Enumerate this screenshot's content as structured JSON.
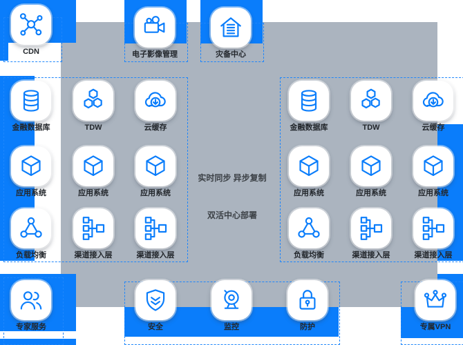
{
  "colors": {
    "accent_blue": "#0a7dfb",
    "panel_gray": "#abb4bf",
    "dash_blue": "#1e86fb",
    "label_dark": "#23272c"
  },
  "labels": {
    "cdn": "CDN",
    "imaging": "电子影像管理",
    "disaster": "灾备中心",
    "financial_db": "金融数据库",
    "tdw": "TDW",
    "cloud_cache": "云缓存",
    "app_system": "应用系统",
    "load_balance": "负载均衡",
    "channel_access": "渠道接入层",
    "expert_service": "专家服务",
    "security": "安全",
    "monitor": "监控",
    "defense": "防护",
    "vpn": "专属VPN"
  },
  "center": {
    "line1": "实时同步 异步复制",
    "line2": "双活中心部署"
  }
}
